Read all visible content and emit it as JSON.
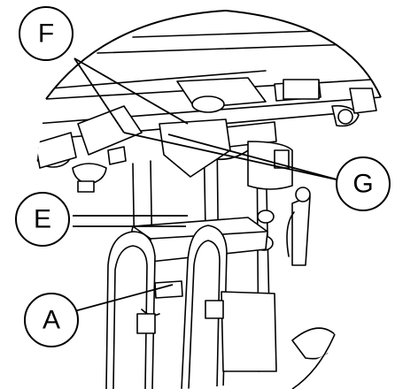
{
  "callouts": [
    {
      "id": "F",
      "letter": "F"
    },
    {
      "id": "G",
      "letter": "G"
    },
    {
      "id": "E",
      "letter": "E"
    },
    {
      "id": "A",
      "letter": "A"
    }
  ]
}
